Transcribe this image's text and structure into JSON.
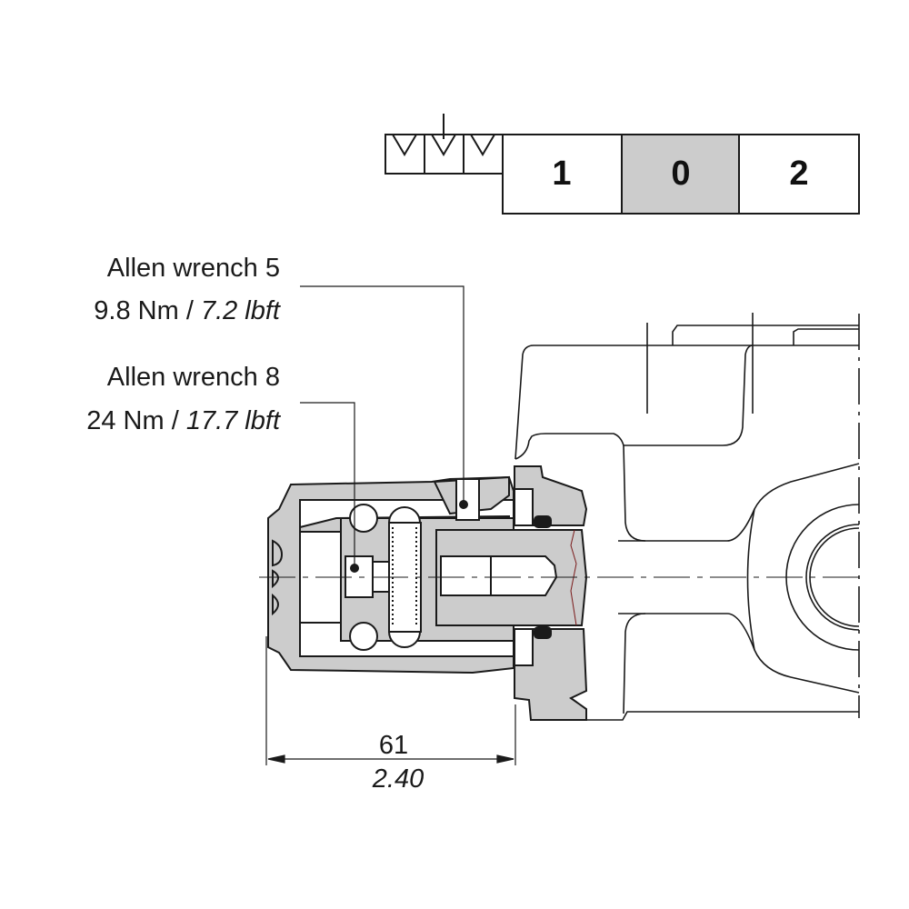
{
  "switch_positions": [
    {
      "label": "1",
      "active": false
    },
    {
      "label": "0",
      "active": true
    },
    {
      "label": "2",
      "active": false
    }
  ],
  "callouts": [
    {
      "tool": "Allen wrench 5",
      "torque_metric": "9.8 Nm",
      "separator": " / ",
      "torque_imperial": "7.2 lbft"
    },
    {
      "tool": "Allen wrench 8",
      "torque_metric": "24 Nm",
      "separator": " / ",
      "torque_imperial": "17.7 lbft"
    }
  ],
  "dimension": {
    "metric": "61",
    "imperial": "2.40"
  },
  "colors": {
    "section_fill": "#cccccc",
    "active_position": "#cccccc",
    "line": "#1a1a1a",
    "cut_line": "#7a1a1a"
  }
}
